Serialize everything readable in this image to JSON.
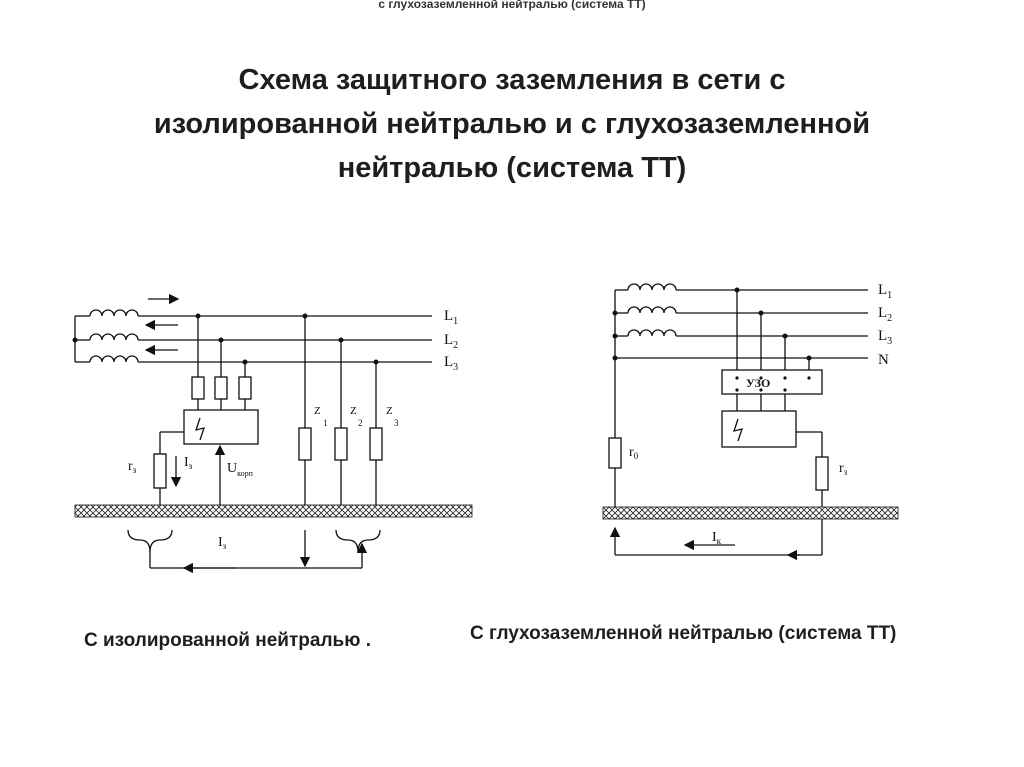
{
  "header": {
    "top_caption": "с глухозаземленной нейтралью (система ТТ)"
  },
  "title": {
    "line1": "Схема защитного заземления в сети с",
    "line2": "изолированной нейтралью и с глухозаземленной",
    "line3": "нейтралью (система ТТ)"
  },
  "left_diagram": {
    "caption": "С изолированной нейтралью .",
    "labels": {
      "L1": "L",
      "L1_sub": "1",
      "L2": "L",
      "L2_sub": "2",
      "L3": "L",
      "L3_sub": "3",
      "r": "r",
      "r_sub": "з",
      "I": "I",
      "I_sub": "з",
      "U": "U",
      "U_sub": "корп",
      "Z": "Z",
      "Z1_sub": "1",
      "Z2_sub": "2",
      "Z3_sub": "3",
      "Ig": "I",
      "Ig_sub": "з"
    }
  },
  "right_diagram": {
    "caption": "С глухозаземленной нейтралью (система ТТ)",
    "labels": {
      "L1": "L",
      "L1_sub": "1",
      "L2": "L",
      "L2_sub": "2",
      "L3": "L",
      "L3_sub": "3",
      "N": "N",
      "uzo": "УЗО",
      "r0": "r",
      "r0_sub": "0",
      "rz": "r",
      "rz_sub": "з",
      "I": "I",
      "I_sub": "к"
    }
  }
}
